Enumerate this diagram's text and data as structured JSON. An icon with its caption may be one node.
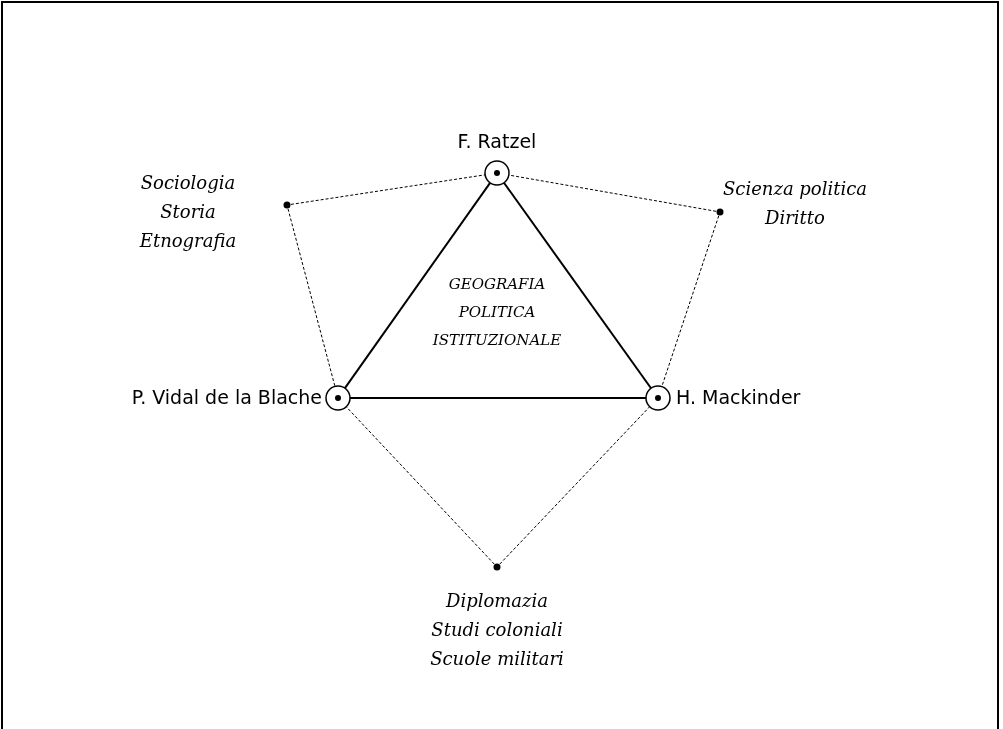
{
  "diagram": {
    "nodes": [
      {
        "text": [],
        "shape": "circle",
        "beside": [
          "F. Ratzel"
        ]
      },
      {
        "text": [],
        "shape": "circle",
        "beside": [
          "P. Vidal de la Blache"
        ]
      },
      {
        "text": [],
        "shape": "circle",
        "beside": [
          "H. Mackinder"
        ]
      },
      {
        "text": [],
        "shape": "dot",
        "beside": [
          "Sociologia",
          "Storia",
          "Etnografia"
        ]
      },
      {
        "text": [],
        "shape": "dot",
        "beside": [
          "Scienza politica",
          "Diritto"
        ]
      },
      {
        "text": [],
        "shape": "dot",
        "beside": [
          "Diplomazia",
          "Studi coloniali",
          "Scuole militari"
        ]
      }
    ],
    "edges": [
      {
        "from": 0,
        "to": 1,
        "arrow": "none"
      },
      {
        "from": 0,
        "to": 2,
        "arrow": "none"
      },
      {
        "from": 1,
        "to": 2,
        "arrow": "none"
      },
      {
        "from": 3,
        "to": 0,
        "arrow": "none",
        "style": "dashed"
      },
      {
        "from": 3,
        "to": 1,
        "arrow": "none",
        "style": "dashed"
      },
      {
        "from": 4,
        "to": 0,
        "arrow": "none",
        "style": "dashed"
      },
      {
        "from": 4,
        "to": 2,
        "arrow": "none",
        "style": "dashed"
      },
      {
        "from": 5,
        "to": 1,
        "arrow": "none",
        "style": "dashed"
      },
      {
        "from": 5,
        "to": 2,
        "arrow": "none",
        "style": "dashed"
      }
    ],
    "labels": [
      "GEOGRAFIA POLITICA ISTITUZIONALE"
    ]
  }
}
